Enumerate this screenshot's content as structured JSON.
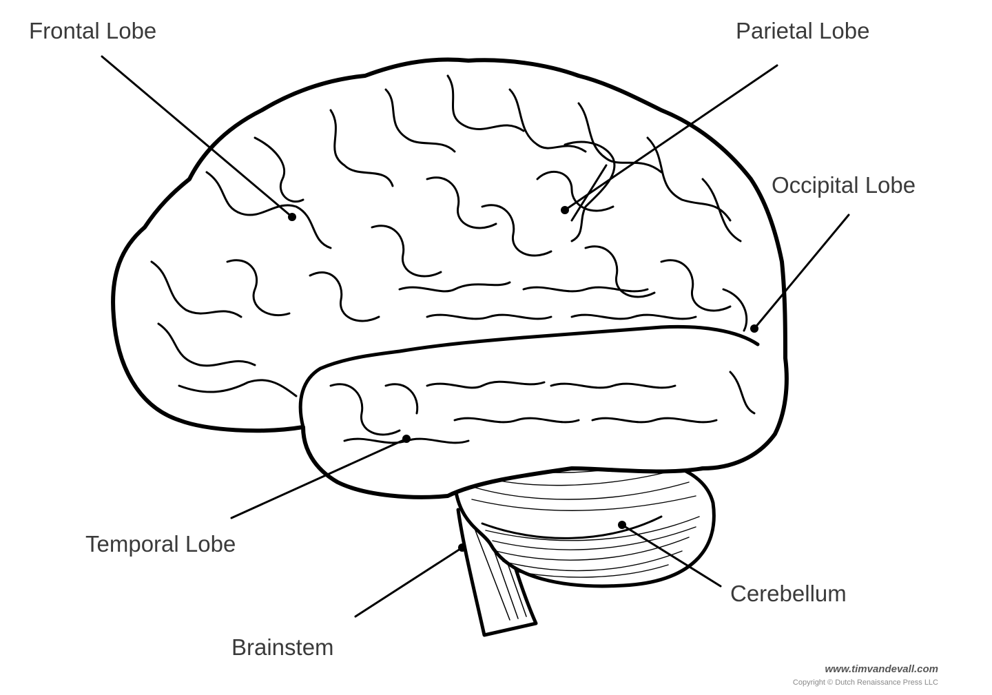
{
  "labels": {
    "frontal": "Frontal Lobe",
    "parietal": "Parietal Lobe",
    "occipital": "Occipital Lobe",
    "temporal": "Temporal Lobe",
    "brainstem": "Brainstem",
    "cerebellum": "Cerebellum"
  },
  "credit": {
    "url": "www.timvandevall.com",
    "copyright": "Copyright © Dutch Renaissance Press LLC"
  },
  "colors": {
    "outline": "#000000",
    "label_text": "#3a3a3a",
    "background": "#ffffff"
  }
}
